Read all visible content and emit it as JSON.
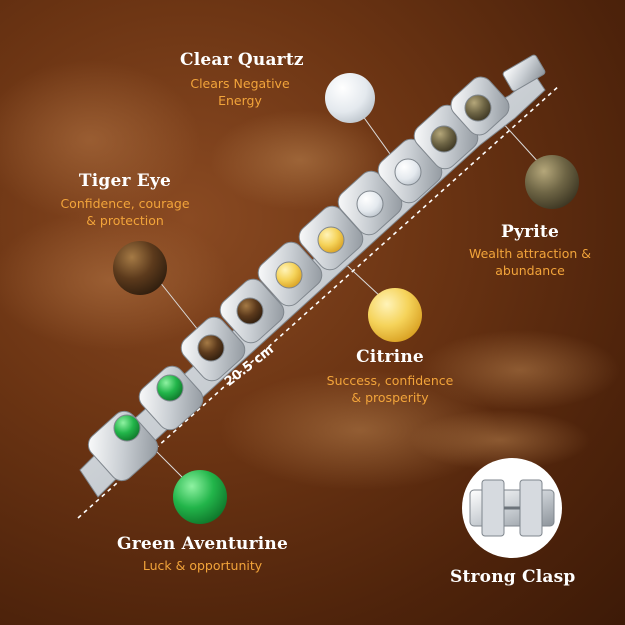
{
  "labels": {
    "clear_quartz": {
      "title": "Clear Quartz",
      "desc_line1": "Clears Negative",
      "desc_line2": "Energy"
    },
    "tiger_eye": {
      "title": "Tiger Eye",
      "desc_line1": "Confidence, courage",
      "desc_line2": "& protection"
    },
    "pyrite": {
      "title": "Pyrite",
      "desc_line1": "Wealth attraction &",
      "desc_line2": "abundance"
    },
    "citrine": {
      "title": "Citrine",
      "desc_line1": "Success, confidence",
      "desc_line2": "& prosperity"
    },
    "green_aventurine": {
      "title": "Green Aventurine",
      "desc_line1": "Luck & opportunity"
    },
    "clasp": {
      "title": "Strong Clasp"
    }
  },
  "measurement": "20.5 cm",
  "colors": {
    "title_text": "#ffffff",
    "desc_text": "#f2a43a",
    "background": "#6b3413"
  }
}
